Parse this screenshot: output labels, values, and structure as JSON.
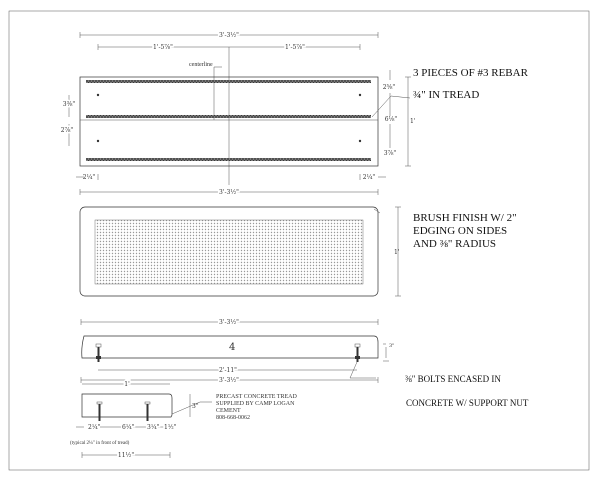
{
  "plan": {
    "overall_top": "3'-3½\"",
    "half_left": "1'-5⅞\"",
    "half_right": "1'-5⅞\"",
    "centerline": "centerline",
    "right_top": "2⅝\"",
    "right_mid": "6⅛\"",
    "right_bot": "3⅞\"",
    "right_total": "1'",
    "left_top": "3⅜\"",
    "left_bot": "2⅞\"",
    "edge_left": "2¼\"",
    "edge_right": "2¼\"",
    "overall_bottom": "3'-3½\"",
    "note": [
      "3 PIECES OF #3 REBAR",
      "¾\" IN TREAD"
    ]
  },
  "finish": {
    "height": "1'",
    "note": [
      "BRUSH FINISH W/ 2\"",
      "EDGING ON SIDES",
      "AND ⅜\" RADIUS"
    ]
  },
  "elevation": {
    "overall_top": "3'-3½\"",
    "bolt_spacing": "2'-11\"",
    "overall_bottom": "3'-3½\"",
    "thickness": "3\"",
    "mark": "4",
    "note": [
      "⅜\"  BOLTS  ENCASED IN",
      "CONCRETE W/ SUPPORT NUT"
    ]
  },
  "section": {
    "width": "1'",
    "height": "3\"",
    "d1": "2¼\"",
    "d2": "6¼\"",
    "d3": "3¼\"",
    "d4": "1½\"",
    "typical": "(typical 2¼\" in front of tread)",
    "overall": "11½\"",
    "note": [
      "PRECAST CONCRETE TREAD",
      "SUPPLIED BY CAMP LOGAN",
      "CEMENT",
      "808-668-0062"
    ]
  }
}
